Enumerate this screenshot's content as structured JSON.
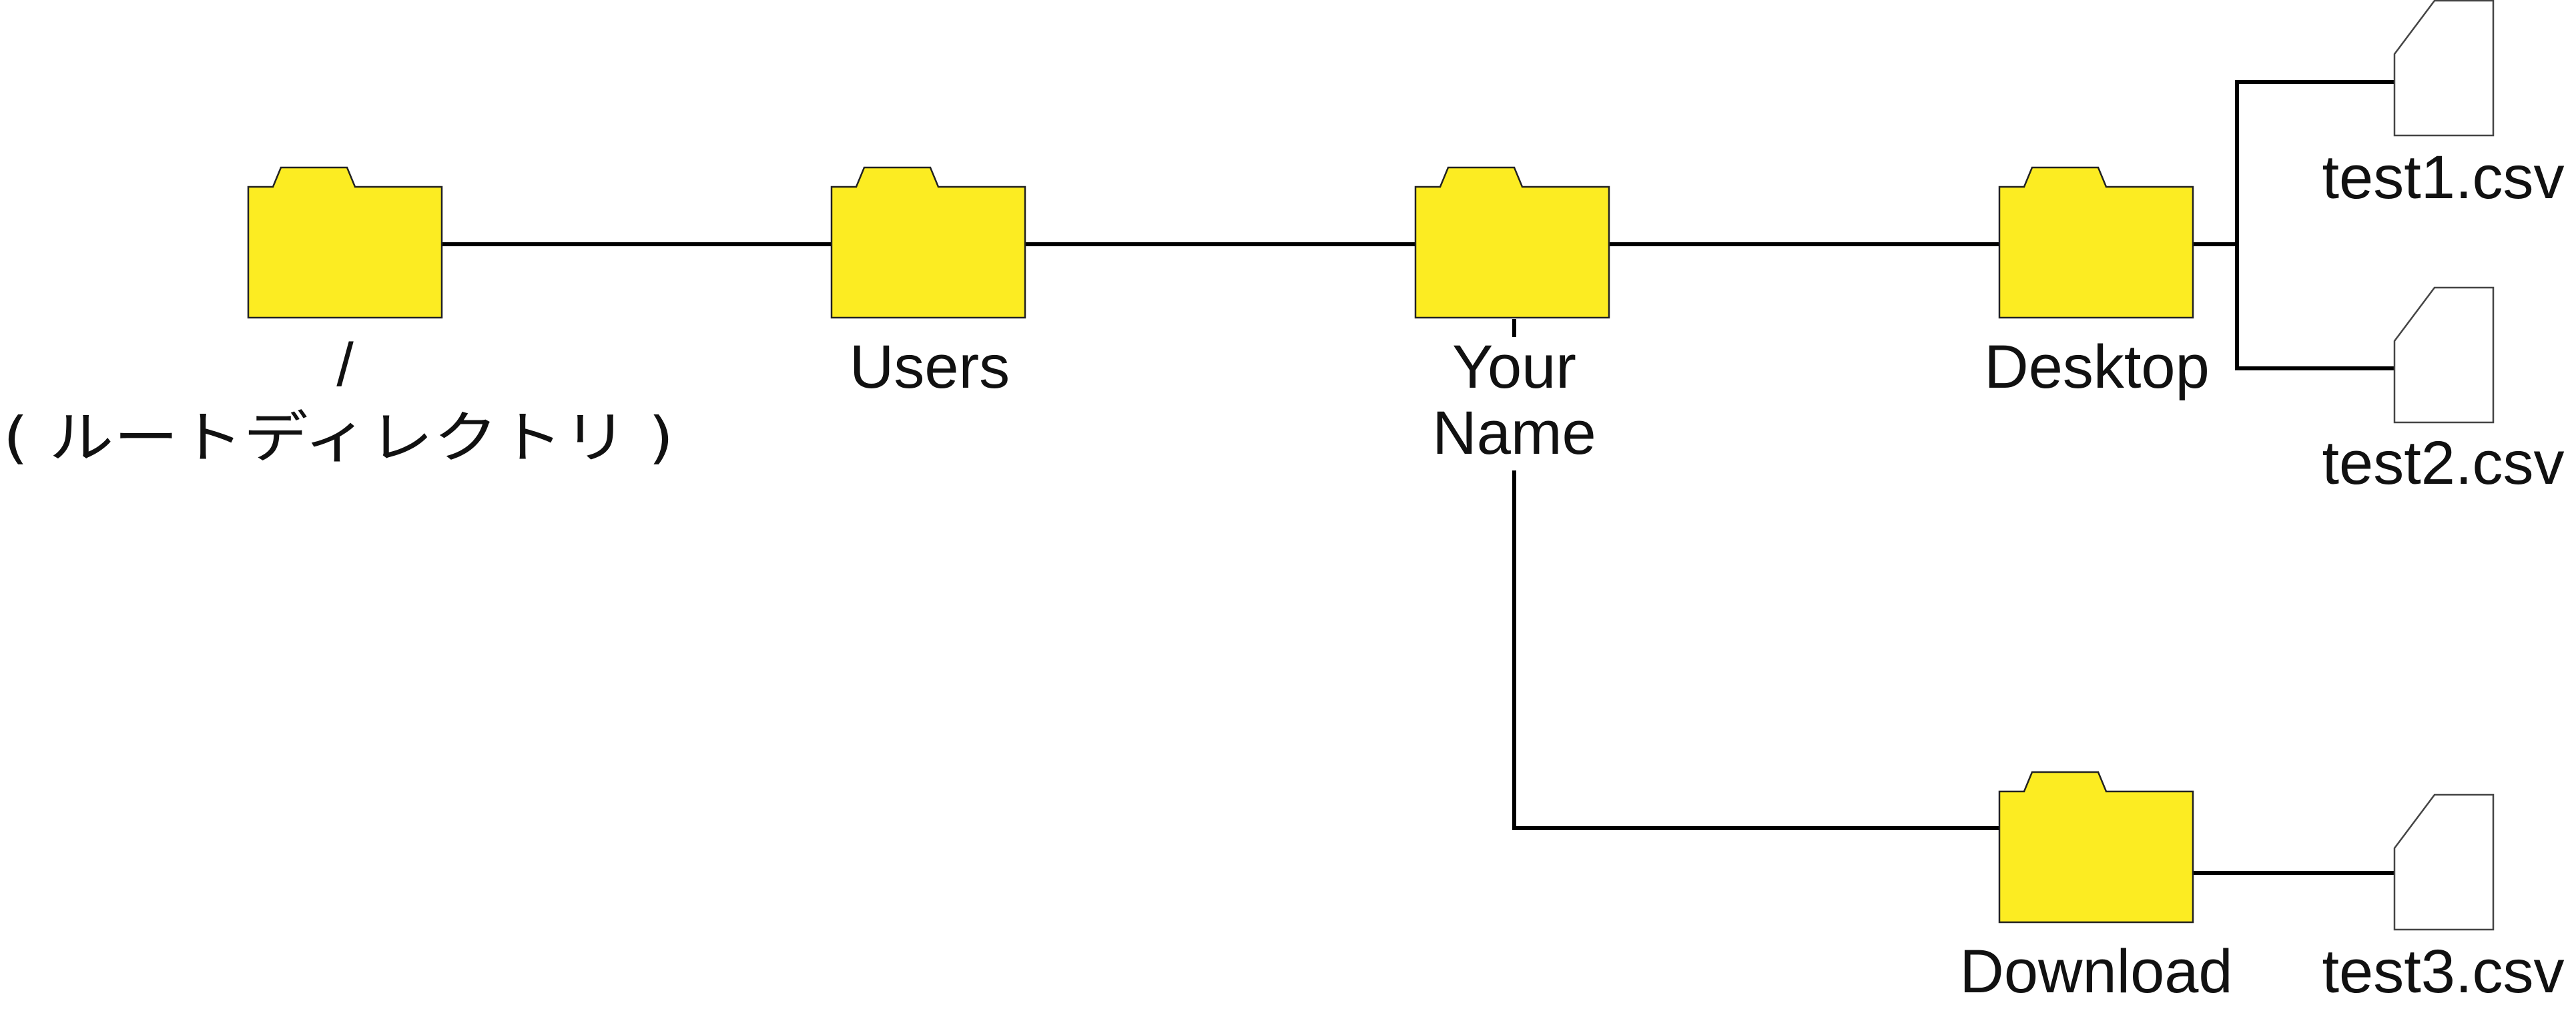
{
  "colors": {
    "folder_fill": "#fcec22",
    "file_fill": "#ffffff",
    "connector": "#000000"
  },
  "nodes": {
    "root": {
      "icon": "folder-icon",
      "label": "/",
      "sub_label": "( ルートディレクトリ )"
    },
    "users": {
      "icon": "folder-icon",
      "label": "Users"
    },
    "yourname": {
      "icon": "folder-icon",
      "label_line1": "Your",
      "label_line2": "Name"
    },
    "desktop": {
      "icon": "folder-icon",
      "label": "Desktop"
    },
    "download": {
      "icon": "folder-icon",
      "label": "Download"
    },
    "test1": {
      "icon": "file-icon",
      "label": "test1.csv"
    },
    "test2": {
      "icon": "file-icon",
      "label": "test2.csv"
    },
    "test3": {
      "icon": "file-icon",
      "label": "test3.csv"
    }
  },
  "edges": [
    [
      "root",
      "users"
    ],
    [
      "users",
      "yourname"
    ],
    [
      "yourname",
      "desktop"
    ],
    [
      "yourname",
      "download"
    ],
    [
      "desktop",
      "test1"
    ],
    [
      "desktop",
      "test2"
    ],
    [
      "download",
      "test3"
    ]
  ]
}
